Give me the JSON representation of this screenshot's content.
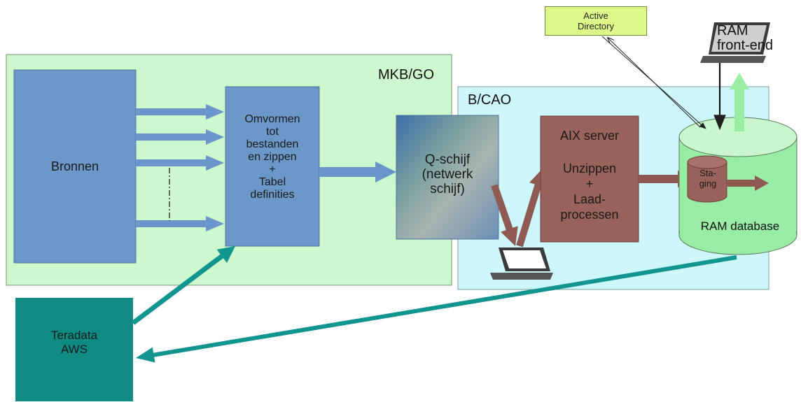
{
  "zones": {
    "mkb_go": "MKB/GO",
    "b_cao": "B/CAO"
  },
  "boxes": {
    "bronnen": "Bronnen",
    "omvormen": [
      "Omvormen",
      "tot",
      "bestanden",
      "en zippen",
      "+",
      "Tabel",
      "definities"
    ],
    "qschijf": [
      "Q-schijf",
      "(netwerk",
      "schijf)"
    ],
    "aix": {
      "title": "AIX server",
      "lines": [
        "Unzippen",
        "+",
        "Laad-",
        "processen"
      ]
    },
    "teradata": [
      "Teradata",
      "AWS"
    ],
    "active_directory": [
      "Active",
      "Directory"
    ]
  },
  "database": {
    "staging": [
      "Sta-",
      "ging"
    ],
    "label": "RAM database"
  },
  "frontend": [
    "RAM",
    "front-end"
  ],
  "colors": {
    "arrow_blue": "#6a96cc",
    "arrow_brown": "#8f5a52",
    "arrow_teal": "#12958e",
    "arrow_green": "#99eca3",
    "cylinder": "#99eca3"
  }
}
